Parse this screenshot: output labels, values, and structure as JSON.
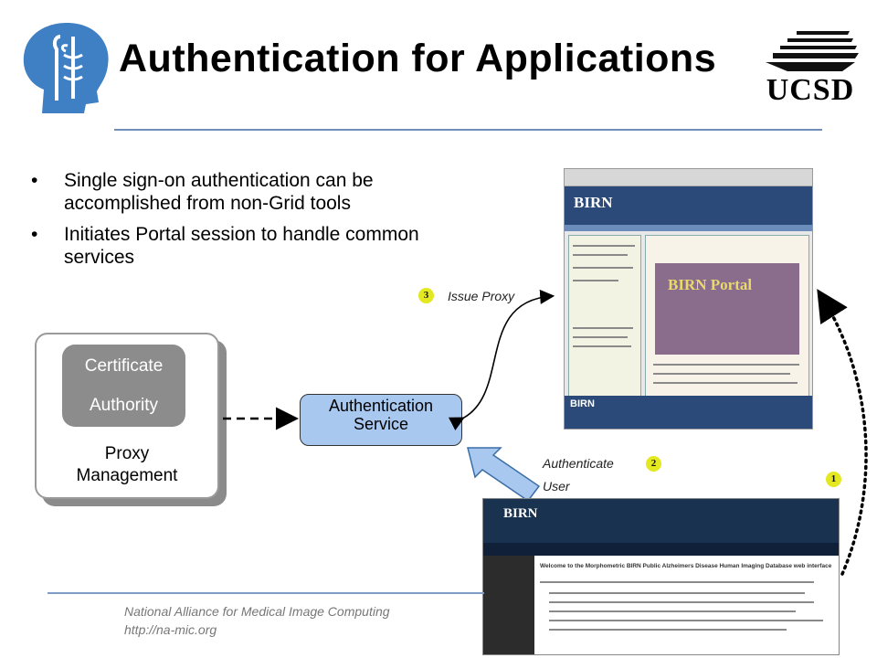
{
  "header": {
    "title": "Authentication for Applications",
    "ucsd_logo_text": "UCSD"
  },
  "bullets": [
    "Single sign-on authentication can be accomplished from non-Grid tools",
    "Initiates Portal session to handle common services"
  ],
  "diagram": {
    "ca_line1": "Certificate",
    "ca_line2": "Authority",
    "proxy_line1": "Proxy",
    "proxy_line2": "Management",
    "auth_line1": "Authentication",
    "auth_line2": "Service",
    "issue_proxy": "Issue Proxy",
    "authenticate_line1": "Authenticate",
    "authenticate_line2": "User",
    "badge_1": "1",
    "badge_2": "2",
    "badge_3": "3"
  },
  "screenshots": {
    "portal_logo": "BIRN",
    "portal_title": "BIRN Portal",
    "portal_footer_logo": "BIRN",
    "web_logo": "BIRN",
    "web_heading": "Welcome to the Morphometric BIRN Public Alzheimers Disease Human Imaging Database web interface"
  },
  "footer": {
    "org": "National Alliance for Medical Image Computing",
    "url": "http://na-mic.org"
  },
  "colors": {
    "accent_rule": "#6f8fb8",
    "auth_box": "#a8c8f0",
    "badge": "#e3e820",
    "ca_box": "#8c8c8c"
  }
}
